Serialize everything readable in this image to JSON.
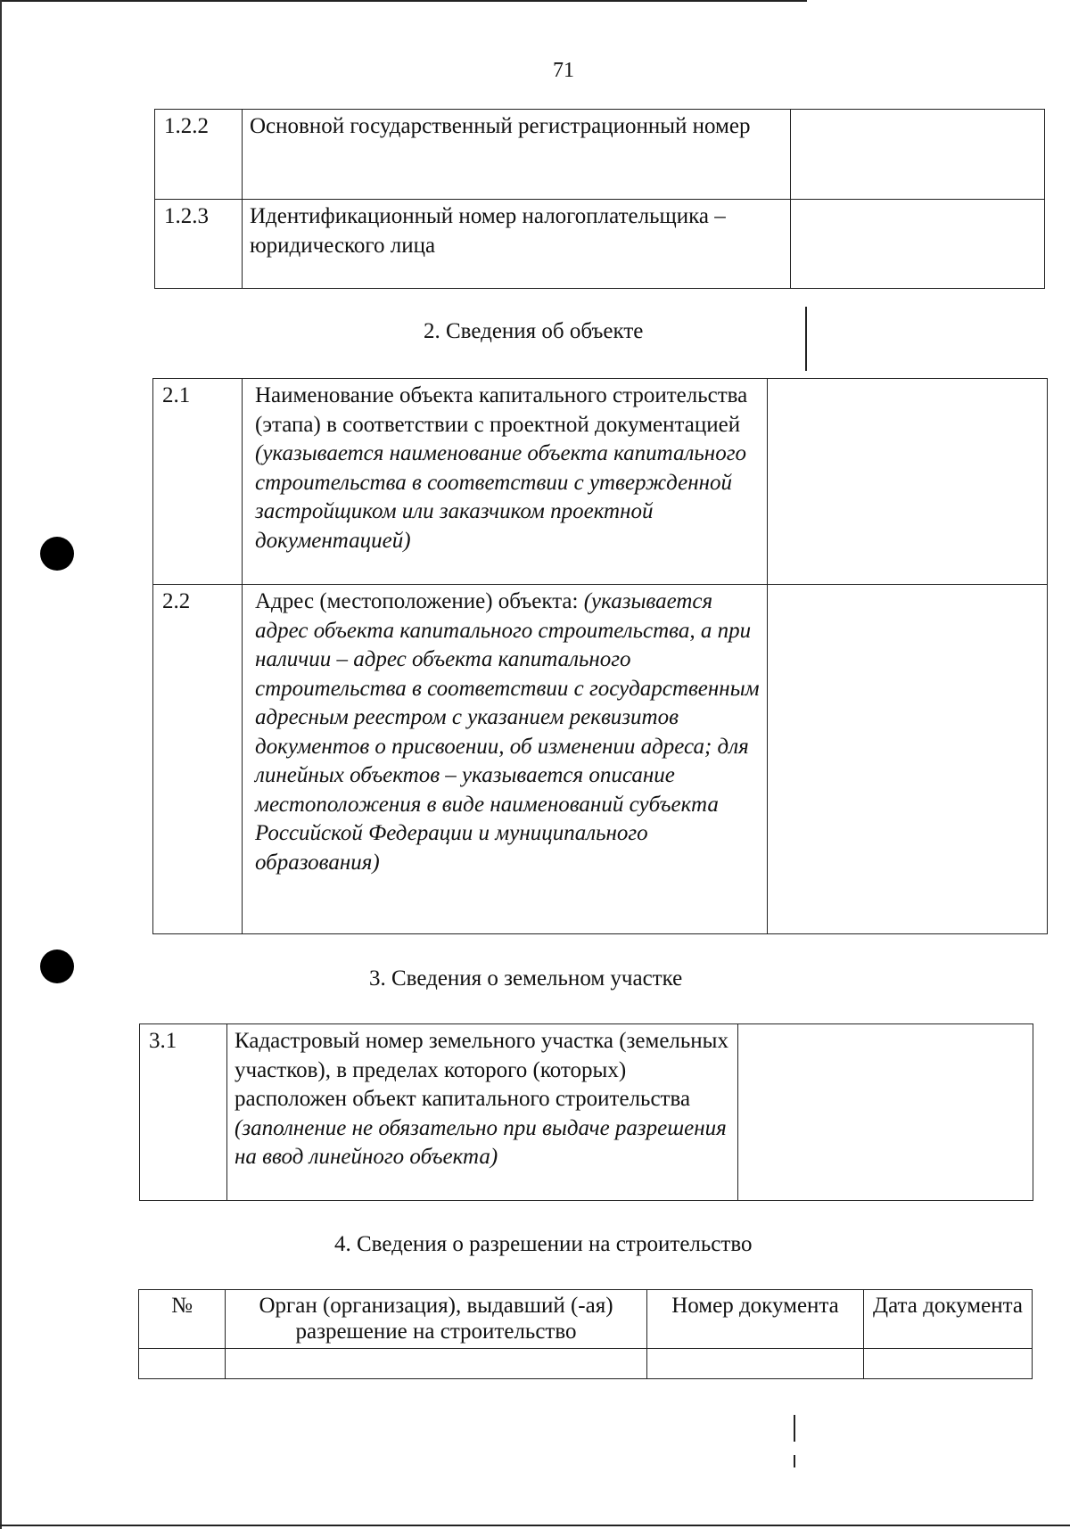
{
  "page_number": "71",
  "section1": {
    "rows": [
      {
        "num": "1.2.2",
        "label": "Основной государственный регистрационный номер",
        "value": ""
      },
      {
        "num": "1.2.3",
        "label": "Идентификационный номер налогоплательщика – юридического лица",
        "value": ""
      }
    ]
  },
  "section2": {
    "title": "2. Сведения об объекте",
    "rows": [
      {
        "num": "2.1",
        "label": "Наименование объекта капитального строительства (этапа) в соответствии с проектной документацией",
        "note": "(указывается наименование объекта капитального строительства в соответствии с утвержденной застройщиком или заказчиком проектной документацией)",
        "value": ""
      },
      {
        "num": "2.2",
        "label": "Адрес (местоположение) объекта:",
        "note": "(указывается адрес объекта капитального строительства, а при наличии – адрес объекта капитального строительства в соответствии с государственным адресным реестром с указанием реквизитов документов о присвоении, об изменении адреса; для линейных объектов – указывается описание местоположения в виде наименований субъекта Российской Федерации и муниципального образования)",
        "value": ""
      }
    ]
  },
  "section3": {
    "title": "3. Сведения о земельном участке",
    "rows": [
      {
        "num": "3.1",
        "label": "Кадастровый номер земельного участка (земельных участков), в пределах которого (которых) расположен объект капитального строительства",
        "note": "(заполнение не обязательно при выдаче разрешения на ввод линейного объекта)",
        "value": ""
      }
    ]
  },
  "section4": {
    "title": "4. Сведения о разрешении на строительство",
    "headers": [
      "№",
      "Орган (организация), выдавший (-ая) разрешение на строительство",
      "Номер документа",
      "Дата документа"
    ],
    "rows": [
      [
        "",
        "",
        "",
        ""
      ]
    ]
  }
}
